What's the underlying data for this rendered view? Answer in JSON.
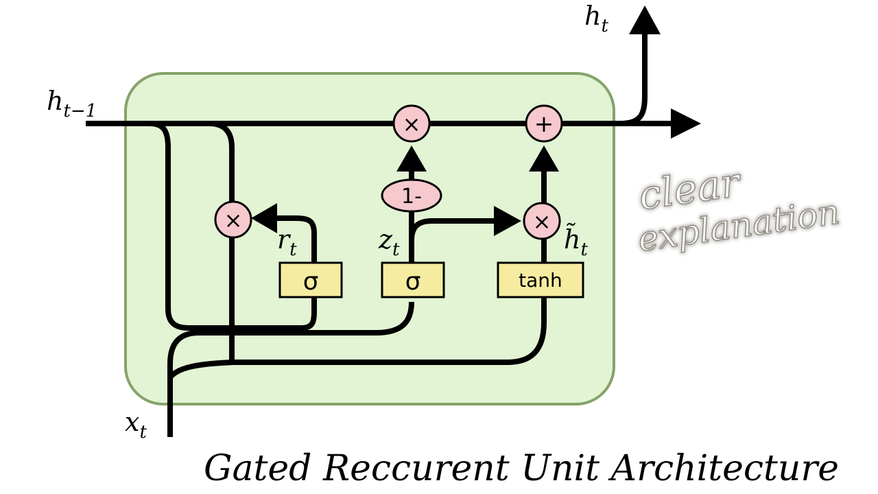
{
  "labels": {
    "h_prev": "h",
    "h_prev_sub": "t−1",
    "h_out": "h",
    "h_out_sub": "t",
    "x_in": "x",
    "x_in_sub": "t",
    "r": "r",
    "r_sub": "t",
    "z": "z",
    "z_sub": "t",
    "h_tilde": "h̃",
    "h_tilde_sub": "t"
  },
  "ops": {
    "mult_top": "×",
    "plus_top": "+",
    "mult_reset": "×",
    "mult_candidate": "×",
    "one_minus": "1-"
  },
  "gates": {
    "sigma_reset": "σ",
    "sigma_update": "σ",
    "tanh": "tanh"
  },
  "watermark": {
    "line1": "clear",
    "line2": "explanation"
  },
  "caption": "Gated Reccurent Unit Architecture",
  "colors": {
    "cell_fill": "#e2f4d4",
    "cell_stroke": "#86a36a",
    "op_fill": "#f6c9cf",
    "gate_fill": "#f6eca0",
    "line": "#000000"
  }
}
